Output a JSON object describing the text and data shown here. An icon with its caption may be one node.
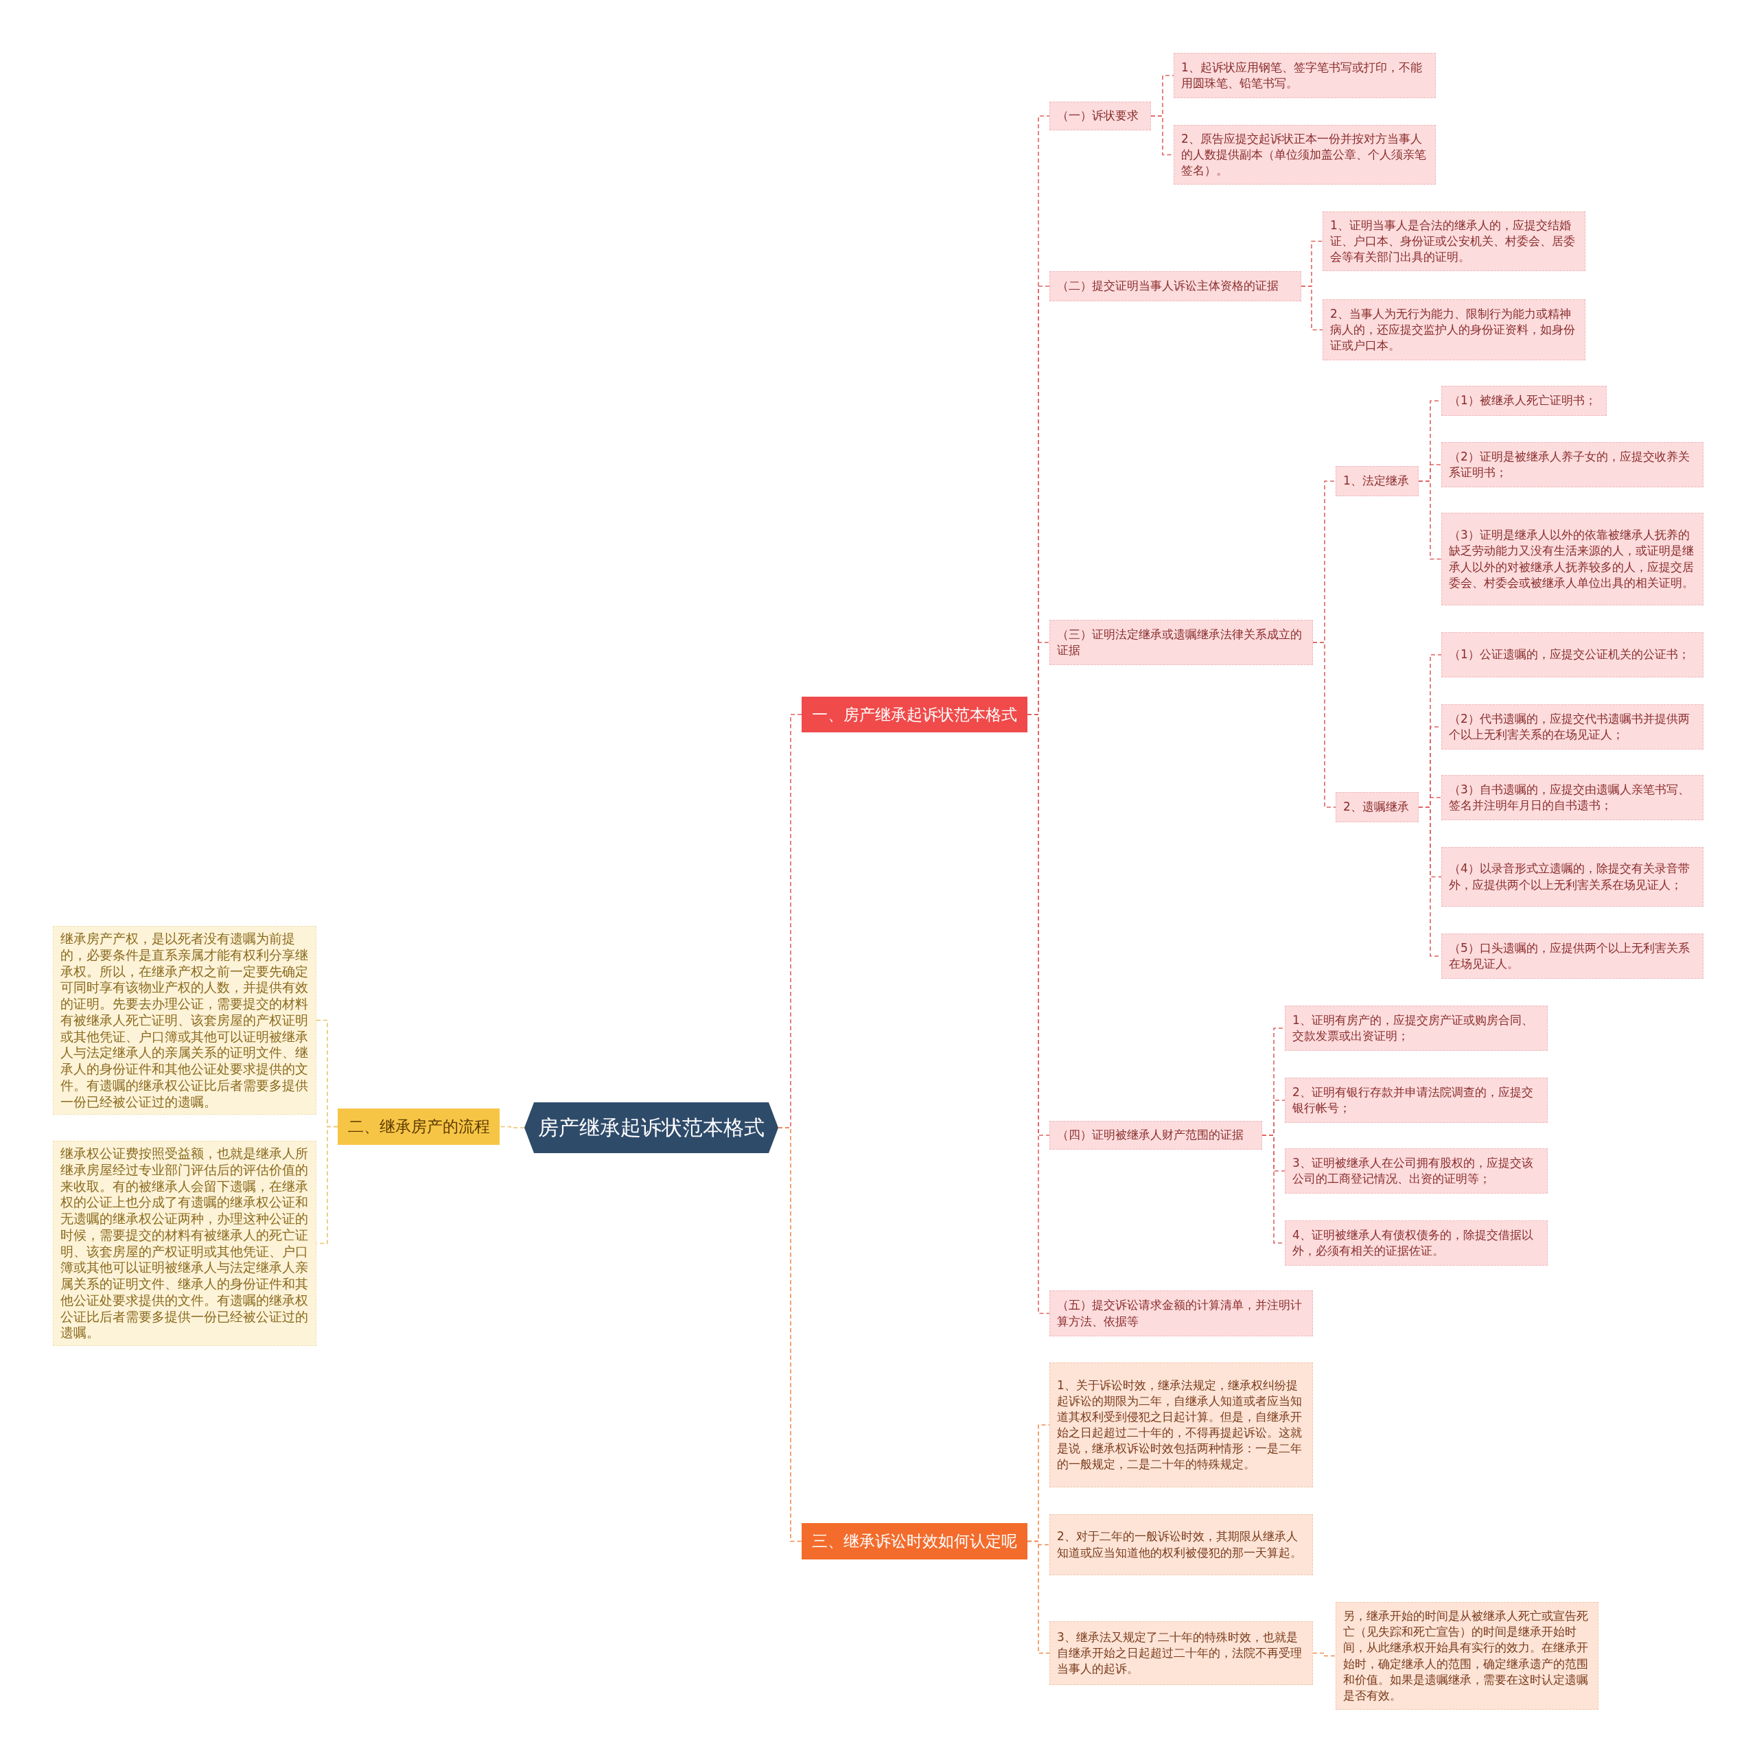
{
  "diagram": {
    "nodes": [
      {
        "text": [
          "房产继承起诉状范本格式"
        ]
      },
      {
        "text": [
          "一、房产继承起诉状范本格式"
        ]
      },
      {
        "text": [
          "（一）诉状要求"
        ]
      },
      {
        "text": [
          "1、起诉状应用钢笔、签字笔书写或打印，不能用圆珠笔、铅笔书写。"
        ]
      },
      {
        "text": [
          "2、原告应提交起诉状正本一份并按对方当事人的人数提供副本（单位须加盖公章、个人须亲笔签名）。"
        ]
      },
      {
        "text": [
          "（二）提交证明当事人诉讼主体资格的证据"
        ]
      },
      {
        "text": [
          "1、证明当事人是合法的继承人的，应提交结婚证、户口本、身份证或公安机关、村委会、居委会等有关部门出具的证明。"
        ]
      },
      {
        "text": [
          "2、当事人为无行为能力、限制行为能力或精神病人的，还应提交监护人的身份证资料，如身份证或户口本。"
        ]
      },
      {
        "text": [
          "（三）证明法定继承或遗嘱继承法律关系成立的证据"
        ]
      },
      {
        "text": [
          "1、法定继承"
        ]
      },
      {
        "text": [
          "（1）被继承人死亡证明书；"
        ]
      },
      {
        "text": [
          "（2）证明是被继承人养子女的，应提交收养关系证明书；"
        ]
      },
      {
        "text": [
          "（3）证明是继承人以外的依靠被继承人抚养的缺乏劳动能力又没有生活来源的人，或证明是继承人以外的对被继承人抚养较多的人，应提交居委会、村委会或被继承人单位出具的相关证明。"
        ]
      },
      {
        "text": [
          "2、遗嘱继承"
        ]
      },
      {
        "text": [
          "（1）公证遗嘱的，应提交公证机关的公证书；"
        ]
      },
      {
        "text": [
          "（2）代书遗嘱的，应提交代书遗嘱书并提供两个以上无利害关系的在场见证人；"
        ]
      },
      {
        "text": [
          "（3）自书遗嘱的，应提交由遗嘱人亲笔书写、签名并注明年月日的自书遗书；"
        ]
      },
      {
        "text": [
          "（4）以录音形式立遗嘱的，除提交有关录音带外，应提供两个以上无利害关系在场见证人；"
        ]
      },
      {
        "text": [
          "（5）口头遗嘱的，应提供两个以上无利害关系在场见证人。"
        ]
      },
      {
        "text": [
          "（四）证明被继承人财产范围的证据"
        ]
      },
      {
        "text": [
          "1、证明有房产的，应提交房产证或购房合同、交款发票或出资证明；"
        ]
      },
      {
        "text": [
          "2、证明有银行存款并申请法院调查的，应提交银行帐号；"
        ]
      },
      {
        "text": [
          "3、证明被继承人在公司拥有股权的，应提交该公司的工商登记情况、出资的证明等；"
        ]
      },
      {
        "text": [
          "4、证明被继承人有债权债务的，除提交借据以外，必须有相关的证据佐证。"
        ]
      },
      {
        "text": [
          "（五）提交诉讼请求金额的计算清单，并注明计算方法、依据等"
        ]
      },
      {
        "text": [
          "二、继承房产的流程"
        ]
      },
      {
        "text": [
          "继承房产产权，是以死者没有遗嘱为前提的，必要条件是直系亲属才能有权利分享继承权。所以，在继承产权之前一定要先确定可同时享有该物业产权的人数，并提供有效的证明。先要去办理公证，需要提交的材料有被继承人死亡证明、该套房屋的产权证明或其他凭证、户口簿或其他可以证明被继承人与法定继承人的亲属关系的证明文件、继承人的身份证件和其他公证处要求提供的文件。有遗嘱的继承权公证比后者需要多提供一份已经被公证过的遗嘱。"
        ]
      },
      {
        "text": [
          "继承权公证费按照受益额，也就是继承人所继承房屋经过专业部门评估后的评估价值的来收取。有的被继承人会留下遗嘱，在继承权的公证上也分成了有遗嘱的继承权公证和无遗嘱的继承权公证两种，办理这种公证的时候，需要提交的材料有被继承人的死亡证明、该套房屋的产权证明或其他凭证、户口簿或其他可以证明被继承人与法定继承人亲属关系的证明文件、继承人的身份证件和其他公证处要求提供的文件。有遗嘱的继承权公证比后者需要多提供一份已经被公证过的遗嘱。"
        ]
      },
      {
        "text": [
          "三、继承诉讼时效如何认定呢"
        ]
      },
      {
        "text": [
          "1、关于诉讼时效，继承法规定，继承权纠纷提起诉讼的期限为二年，自继承人知道或者应当知道其权利受到侵犯之日起计算。但是，自继承开始之日起超过二十年的，不得再提起诉讼。这就是说，继承权诉讼时效包括两种情形：一是二年的一般规定，二是二十年的特殊规定。"
        ]
      },
      {
        "text": [
          "2、对于二年的一般诉讼时效，其期限从继承人知道或应当知道他的权利被侵犯的那一天算起。"
        ]
      },
      {
        "text": [
          "3、继承法又规定了二十年的特殊时效，也就是自继承开始之日起超过二十年的，法院不再受理当事人的起诉。"
        ]
      },
      {
        "text": [
          "另，继承开始的时间是从被继承人死亡或宣告死亡（见失踪和死亡宣告）的时间是继承开始时间，从此继承权开始具有实行的效力。在继承开始时，确定继承人的范围，确定继承遗产的范围和价值。如果是遗嘱继承，需要在这时认定遗嘱是否有效。"
        ]
      }
    ],
    "edges": [
      {
        "from": 0,
        "to": 1,
        "arrow": "none",
        "style": "dashed"
      },
      {
        "from": 1,
        "to": 2,
        "arrow": "none",
        "style": "dashed"
      },
      {
        "from": 2,
        "to": 3,
        "arrow": "none",
        "style": "dashed"
      },
      {
        "from": 2,
        "to": 4,
        "arrow": "none",
        "style": "dashed"
      },
      {
        "from": 1,
        "to": 5,
        "arrow": "none",
        "style": "dashed"
      },
      {
        "from": 5,
        "to": 6,
        "arrow": "none",
        "style": "dashed"
      },
      {
        "from": 5,
        "to": 7,
        "arrow": "none",
        "style": "dashed"
      },
      {
        "from": 1,
        "to": 8,
        "arrow": "none",
        "style": "dashed"
      },
      {
        "from": 8,
        "to": 9,
        "arrow": "none",
        "style": "dashed"
      },
      {
        "from": 9,
        "to": 10,
        "arrow": "none",
        "style": "dashed"
      },
      {
        "from": 9,
        "to": 11,
        "arrow": "none",
        "style": "dashed"
      },
      {
        "from": 9,
        "to": 12,
        "arrow": "none",
        "style": "dashed"
      },
      {
        "from": 8,
        "to": 13,
        "arrow": "none",
        "style": "dashed"
      },
      {
        "from": 13,
        "to": 14,
        "arrow": "none",
        "style": "dashed"
      },
      {
        "from": 13,
        "to": 15,
        "arrow": "none",
        "style": "dashed"
      },
      {
        "from": 13,
        "to": 16,
        "arrow": "none",
        "style": "dashed"
      },
      {
        "from": 13,
        "to": 17,
        "arrow": "none",
        "style": "dashed"
      },
      {
        "from": 13,
        "to": 18,
        "arrow": "none",
        "style": "dashed"
      },
      {
        "from": 1,
        "to": 19,
        "arrow": "none",
        "style": "dashed"
      },
      {
        "from": 19,
        "to": 20,
        "arrow": "none",
        "style": "dashed"
      },
      {
        "from": 19,
        "to": 21,
        "arrow": "none",
        "style": "dashed"
      },
      {
        "from": 19,
        "to": 22,
        "arrow": "none",
        "style": "dashed"
      },
      {
        "from": 19,
        "to": 23,
        "arrow": "none",
        "style": "dashed"
      },
      {
        "from": 1,
        "to": 24,
        "arrow": "none",
        "style": "dashed"
      },
      {
        "from": 0,
        "to": 25,
        "arrow": "none",
        "style": "dashed",
        "color": "#e9c46a"
      },
      {
        "from": 25,
        "to": 26,
        "arrow": "none",
        "style": "dashed",
        "color": "#e9c46a"
      },
      {
        "from": 25,
        "to": 27,
        "arrow": "none",
        "style": "dashed",
        "color": "#e9c46a"
      },
      {
        "from": 0,
        "to": 28,
        "arrow": "none",
        "style": "dashed",
        "color": "#ef8a4f"
      },
      {
        "from": 28,
        "to": 29,
        "arrow": "none",
        "style": "dashed",
        "color": "#ef8a4f"
      },
      {
        "from": 28,
        "to": 30,
        "arrow": "none",
        "style": "dashed",
        "color": "#ef8a4f"
      },
      {
        "from": 28,
        "to": 31,
        "arrow": "none",
        "style": "dashed",
        "color": "#ef8a4f"
      },
      {
        "from": 31,
        "to": 32,
        "arrow": "none",
        "style": "dashed",
        "color": "#ef8a4f"
      }
    ]
  }
}
